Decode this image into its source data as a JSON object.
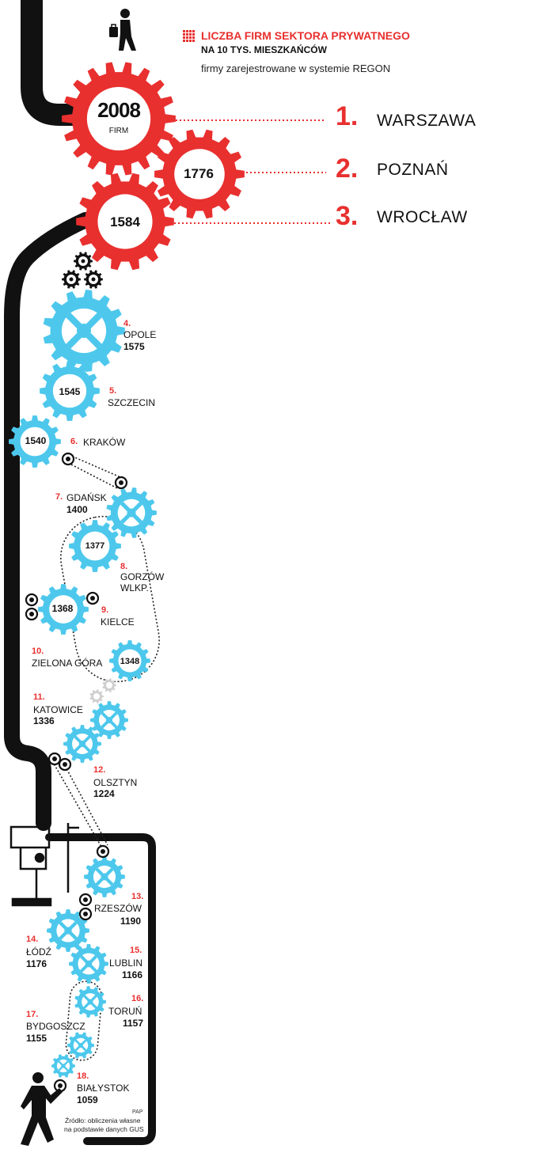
{
  "header": {
    "title": "LICZBA FIRM SEKTORA PRYWATNEGO",
    "subtitle": "NA 10 TYS. MIESZKAŃCÓW",
    "note": "firmy zarejestrowane w systemie REGON"
  },
  "top": [
    {
      "rank": "1.",
      "city": "WARSZAWA",
      "value": "2008",
      "unit": "FIRM"
    },
    {
      "rank": "2.",
      "city": "POZNAŃ",
      "value": "1776"
    },
    {
      "rank": "3.",
      "city": "WROCŁAW",
      "value": "1584"
    }
  ],
  "cities": [
    {
      "rank": "4.",
      "name": "OPOLE",
      "value": "1575"
    },
    {
      "rank": "5.",
      "name": "SZCZECIN",
      "value": "1545"
    },
    {
      "rank": "6.",
      "name": "KRAKÓW",
      "value": "1540"
    },
    {
      "rank": "7.",
      "name": "GDAŃSK",
      "value": "1400"
    },
    {
      "rank": "8.",
      "name": "GORZÓW WLKP.",
      "name1": "GORZÓW",
      "name2": "WLKP.",
      "value": "1377"
    },
    {
      "rank": "9.",
      "name": "KIELCE",
      "value": "1368"
    },
    {
      "rank": "10.",
      "name": "ZIELONA GÓRA",
      "value": "1348"
    },
    {
      "rank": "11.",
      "name": "KATOWICE",
      "value": "1336"
    },
    {
      "rank": "12.",
      "name": "OLSZTYN",
      "value": "1224"
    },
    {
      "rank": "13.",
      "name": "RZESZÓW",
      "value": "1190"
    },
    {
      "rank": "14.",
      "name": "ŁÓDŹ",
      "value": "1176"
    },
    {
      "rank": "15.",
      "name": "LUBLIN",
      "value": "1166"
    },
    {
      "rank": "16.",
      "name": "TORUŃ",
      "value": "1157"
    },
    {
      "rank": "17.",
      "name": "BYDGOSZCZ",
      "value": "1155"
    },
    {
      "rank": "18.",
      "name": "BIAŁYSTOK",
      "value": "1059"
    }
  ],
  "footer": {
    "agency": "PAP",
    "source_line1": "Źródło: obliczenia własne",
    "source_line2": "na podstawie danych GUS"
  },
  "colors": {
    "red": "#e8302f",
    "cyan": "#4dc8ec",
    "dark": "#111111",
    "grey": "#cfcfcf"
  },
  "icons": [
    "businessman-icon",
    "walking-man-icon",
    "vise-icon",
    "grid-icon"
  ]
}
